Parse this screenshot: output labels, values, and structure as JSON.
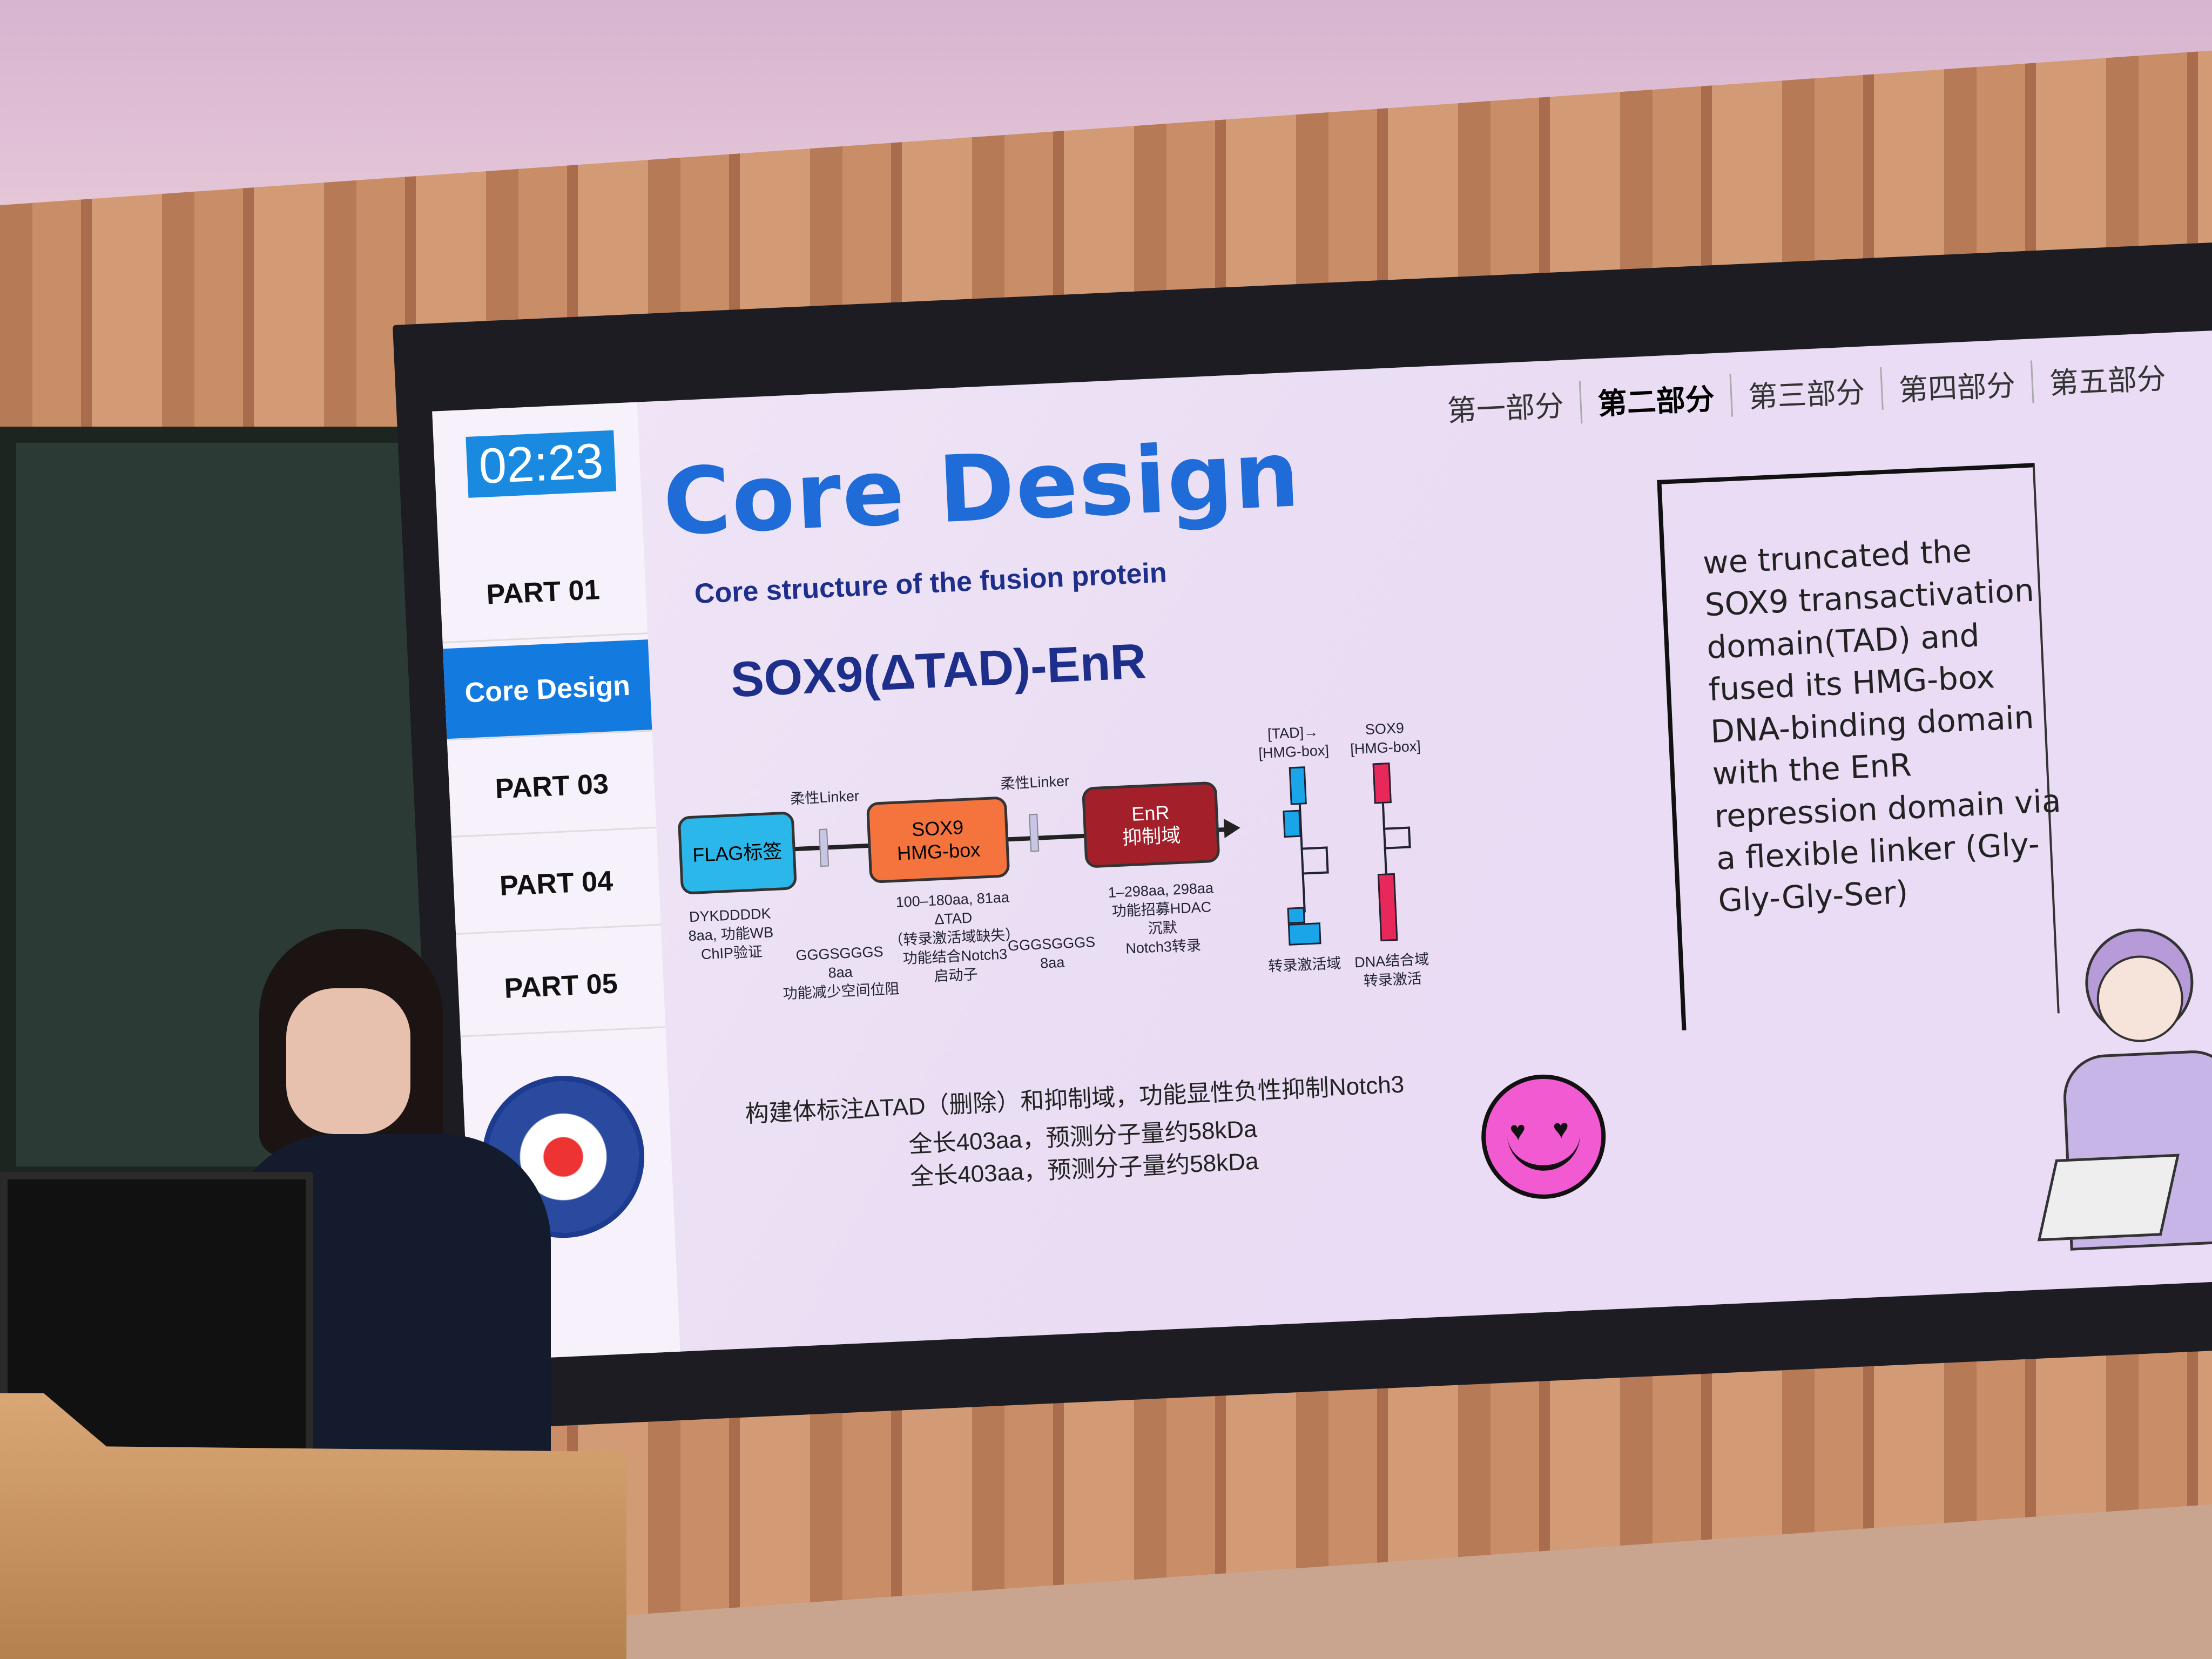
{
  "slide": {
    "timer": "02:23",
    "sidebar": [
      "PART 01",
      "Core Design",
      "PART 03",
      "PART 04",
      "PART 05"
    ],
    "tabs": [
      "第一部分",
      "第二部分",
      "第三部分",
      "第四部分",
      "第五部分"
    ],
    "title": "Core Design",
    "subtitle": "Core structure of the fusion protein",
    "construct": "SOX9(ΔTAD)-EnR",
    "diagram": {
      "flag": {
        "label": "FLAG标签",
        "desc": [
          "DYKDDDDK",
          "8aa, 功能WB",
          "ChIP验证"
        ]
      },
      "linker1": {
        "label": "柔性Linker",
        "desc": [
          "GGGSGGGS",
          "8aa",
          "功能减少空间位阻"
        ]
      },
      "sox9": {
        "label": [
          "SOX9",
          "HMG-box"
        ],
        "desc": [
          "100–180aa, 81aa",
          "ΔTAD",
          "（转录激活域缺失）",
          "功能结合Notch3",
          "启动子"
        ]
      },
      "linker2": {
        "label": "柔性Linker",
        "desc": [
          "GGGSGGGS",
          "8aa"
        ]
      },
      "enr": {
        "label": [
          "EnR",
          "抑制域"
        ],
        "desc": [
          "1–298aa, 298aa",
          "功能招募HDAC",
          "沉默",
          "Notch3转录"
        ]
      },
      "tad": {
        "header": [
          "[TAD]→",
          "[HMG-box]"
        ],
        "caption": "转录激活域"
      },
      "sox9dbd": {
        "header": [
          "SOX9",
          "[HMG-box]"
        ],
        "caption": [
          "DNA结合域",
          "转录激活"
        ]
      }
    },
    "footer": [
      "构建体标注ΔTAD（删除）和抑制域，功能显性负性抑制Notch3",
      "全长403aa，预测分子量约58kDa",
      "全长403aa，预测分子量约58kDa"
    ],
    "note": "we truncated the SOX9 transactivation domain(TAD) and fused its HMG-box DNA-binding domain with the EnR repression domain via a flexible linker (Gly-Gly-Gly-Ser)",
    "colors": {
      "accent": "#137be0",
      "flag": "#2bb7ea",
      "sox9": "#f5733c",
      "enr": "#a3202a",
      "smiley": "#f25ad1"
    }
  }
}
